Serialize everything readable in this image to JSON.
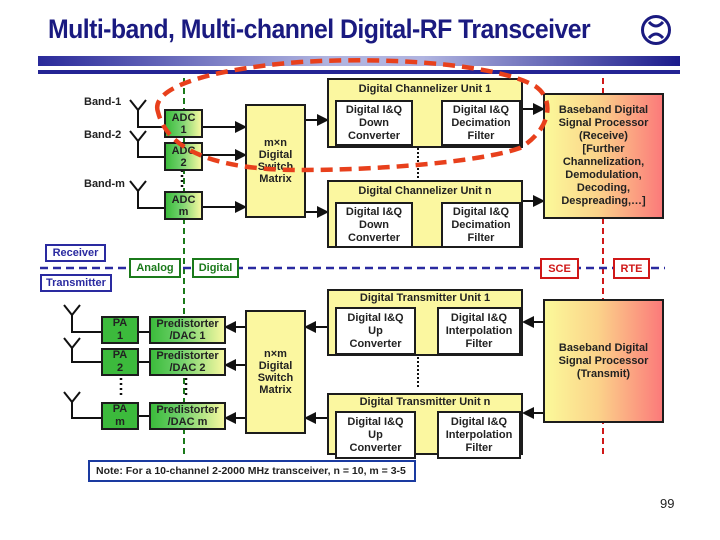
{
  "slide": {
    "title": "Multi-band, Multi-channel Digital-RF Transceiver",
    "logo_icon": "circled-x-logo-icon",
    "page_number": "99",
    "note": "Note: For a 10-channel 2-2000 MHz transceiver, n = 10, m = 3-5"
  },
  "receiver": {
    "bands": [
      "Band-1",
      "Band-2",
      "Band-m"
    ],
    "adcs": [
      {
        "line1": "ADC",
        "line2": "1"
      },
      {
        "line1": "ADC",
        "line2": "2"
      },
      {
        "line1": "ADC",
        "line2": "m"
      }
    ],
    "switch_matrix": [
      "m×n",
      "Digital",
      "Switch",
      "Matrix"
    ],
    "channelizer_units": [
      {
        "title": "Digital Channelizer Unit 1",
        "left": [
          "Digital I&Q",
          "Down",
          "Converter"
        ],
        "right": [
          "Digital I&Q",
          "Decimation",
          "Filter"
        ]
      },
      {
        "title": "Digital Channelizer Unit n",
        "left": [
          "Digital I&Q",
          "Down",
          "Converter"
        ],
        "right": [
          "Digital I&Q",
          "Decimation",
          "Filter"
        ]
      }
    ],
    "baseband": [
      "Baseband Digital",
      "Signal Processor",
      "(Receive)",
      "[Further",
      "Channelization,",
      "Demodulation,",
      "Decoding,",
      "Despreading,…]"
    ]
  },
  "divider": {
    "receiver_label": "Receiver",
    "transmitter_label": "Transmitter",
    "analog_label": "Analog",
    "digital_label": "Digital",
    "sce_label": "SCE",
    "rte_label": "RTE"
  },
  "transmitter": {
    "pas": [
      {
        "line1": "PA",
        "line2": "1"
      },
      {
        "line1": "PA",
        "line2": "2"
      },
      {
        "line1": "PA",
        "line2": "m"
      }
    ],
    "predistorters": [
      {
        "line1": "Predistorter",
        "line2": "/DAC 1"
      },
      {
        "line1": "Predistorter",
        "line2": "/DAC 2"
      },
      {
        "line1": "Predistorter",
        "line2": "/DAC m"
      }
    ],
    "switch_matrix": [
      "n×m",
      "Digital",
      "Switch",
      "Matrix"
    ],
    "transmitter_units": [
      {
        "title": "Digital Transmitter Unit 1",
        "left": [
          "Digital I&Q",
          "Up",
          "Converter"
        ],
        "right": [
          "Digital I&Q",
          "Interpolation",
          "Filter"
        ]
      },
      {
        "title": "Digital Transmitter Unit n",
        "left": [
          "Digital I&Q",
          "Up",
          "Converter"
        ],
        "right": [
          "Digital I&Q",
          "Interpolation",
          "Filter"
        ]
      }
    ],
    "baseband": [
      "Baseband Digital",
      "Signal Processor",
      "(Transmit)"
    ]
  },
  "colors": {
    "title": "#1a1a80",
    "analog_digital_divider": "#1b7a1b",
    "rx_tx_divider": "#2a2aa0",
    "sce_rte_divider": "#d01818",
    "highlight_ellipse": "#e8401c"
  }
}
